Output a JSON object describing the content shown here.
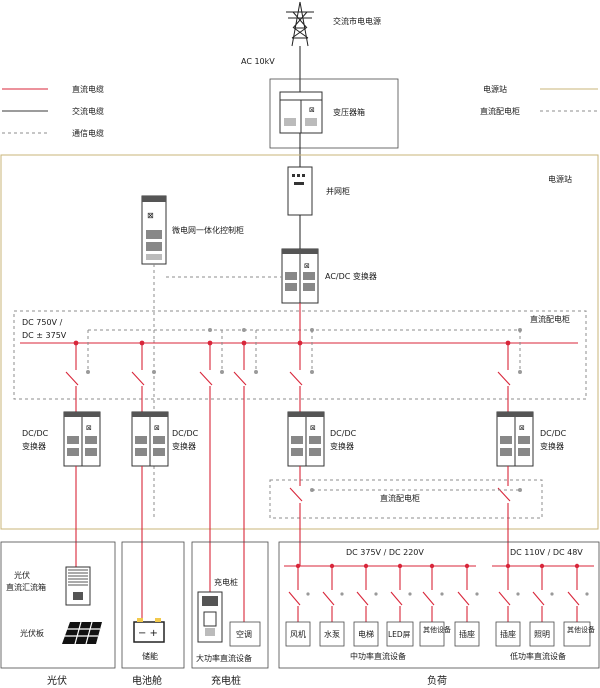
{
  "legend": {
    "dc_cable": "直流电缆",
    "ac_cable": "交流电缆",
    "comm_cable": "通信电缆",
    "power_station": "电源站",
    "dc_cabinet": "直流配电柜"
  },
  "top": {
    "grid_source": "交流市电电源",
    "ac_voltage": "AC 10kV",
    "transformer": "变压器箱"
  },
  "station": {
    "label": "电源站",
    "grid_cabinet": "并网柜",
    "microgrid_cabinet": "微电网一体化控制柜",
    "acdc": "AC/DC 变换器",
    "dc_cabinet": "直流配电柜",
    "bus_voltage_1": "DC 750V /",
    "bus_voltage_2": "DC ± 375V",
    "dcdc_1": "DC/DC",
    "dcdc_2": "变换器",
    "sub_cabinet": "直流配电柜"
  },
  "bottom": {
    "pv_combiner_1": "光伏",
    "pv_combiner_2": "直流汇流箱",
    "pv_panel": "光伏板",
    "storage": "储能",
    "charger": "充电桩",
    "aircon": "空调",
    "high_power_dc": "大功率直流设备",
    "mid_voltage": "DC 375V / DC 220V",
    "low_voltage": "DC 110V / DC 48V",
    "loads": [
      "风机",
      "水泵",
      "电梯",
      "LED屏",
      "其他设备",
      "插座",
      "插座",
      "照明",
      "其他设备"
    ],
    "mid_power": "中功率直流设备",
    "low_power": "低功率直流设备"
  },
  "sections": {
    "pv": "光伏",
    "battery": "电池舱",
    "charging": "充电桩",
    "load": "负荷"
  },
  "colors": {
    "dc_cable": "#d8263a",
    "ac_cable": "#3a3a3a",
    "comm_cable": "#8c8c8c",
    "station_border": "#c8b47a"
  }
}
